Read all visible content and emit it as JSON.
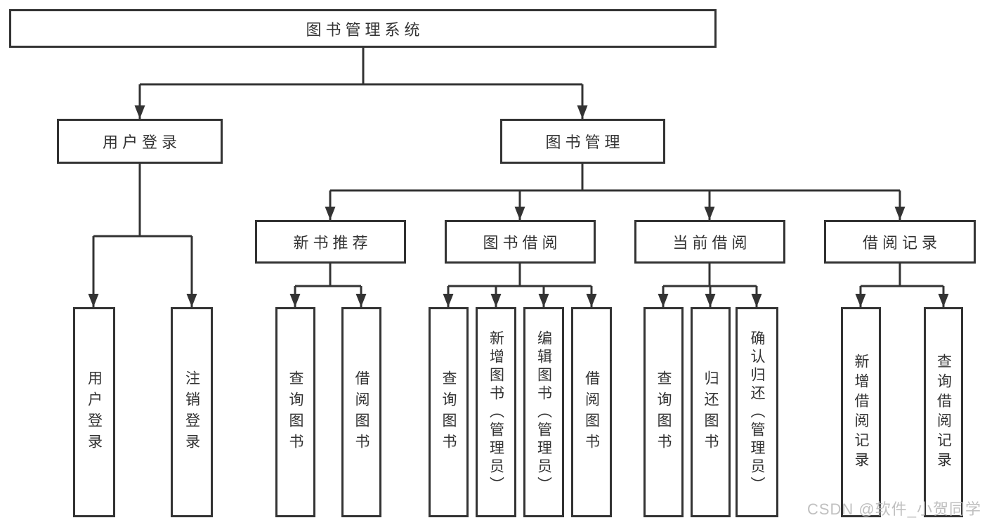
{
  "diagram": {
    "title": "图书管理系统",
    "root": {
      "label": "图书管理系统"
    },
    "level2": [
      {
        "id": "user-login",
        "label": "用户登录"
      },
      {
        "id": "book-management",
        "label": "图书管理"
      }
    ],
    "level3": [
      {
        "id": "new-book-recommend",
        "label": "新书推荐",
        "parent": "book-management"
      },
      {
        "id": "book-borrowing",
        "label": "图书借阅",
        "parent": "book-management"
      },
      {
        "id": "current-borrowing",
        "label": "当前借阅",
        "parent": "book-management"
      },
      {
        "id": "borrowing-records",
        "label": "借阅记录",
        "parent": "book-management"
      }
    ],
    "leaves": [
      {
        "id": "user-login-leaf",
        "label": "用户登录",
        "parent": "user-login"
      },
      {
        "id": "logout",
        "label": "注销登录",
        "parent": "user-login"
      },
      {
        "id": "query-books-recommend",
        "label": "查询图书",
        "parent": "new-book-recommend"
      },
      {
        "id": "borrow-books-recommend",
        "label": "借阅图书",
        "parent": "new-book-recommend"
      },
      {
        "id": "query-books-borrowing",
        "label": "查询图书",
        "parent": "book-borrowing"
      },
      {
        "id": "add-books-admin",
        "label": "新增图书（管理员）",
        "parent": "book-borrowing"
      },
      {
        "id": "edit-books-admin",
        "label": "编辑图书（管理员）",
        "parent": "book-borrowing"
      },
      {
        "id": "borrow-books",
        "label": "借阅图书",
        "parent": "book-borrowing"
      },
      {
        "id": "query-books-current",
        "label": "查询图书",
        "parent": "current-borrowing"
      },
      {
        "id": "return-books",
        "label": "归还图书",
        "parent": "current-borrowing"
      },
      {
        "id": "confirm-return-admin",
        "label": "确认归还（管理员）",
        "parent": "current-borrowing"
      },
      {
        "id": "add-borrow-record",
        "label": "新增借阅记录",
        "parent": "borrowing-records"
      },
      {
        "id": "query-borrow-record",
        "label": "查询借阅记录",
        "parent": "borrowing-records"
      }
    ]
  },
  "watermark": {
    "text": "CSDN @软件_小贺同学"
  },
  "colors": {
    "line": "#333333",
    "box_border": "#333333",
    "text": "#333333",
    "background": "#ffffff",
    "watermark": "#b9b9b9"
  }
}
